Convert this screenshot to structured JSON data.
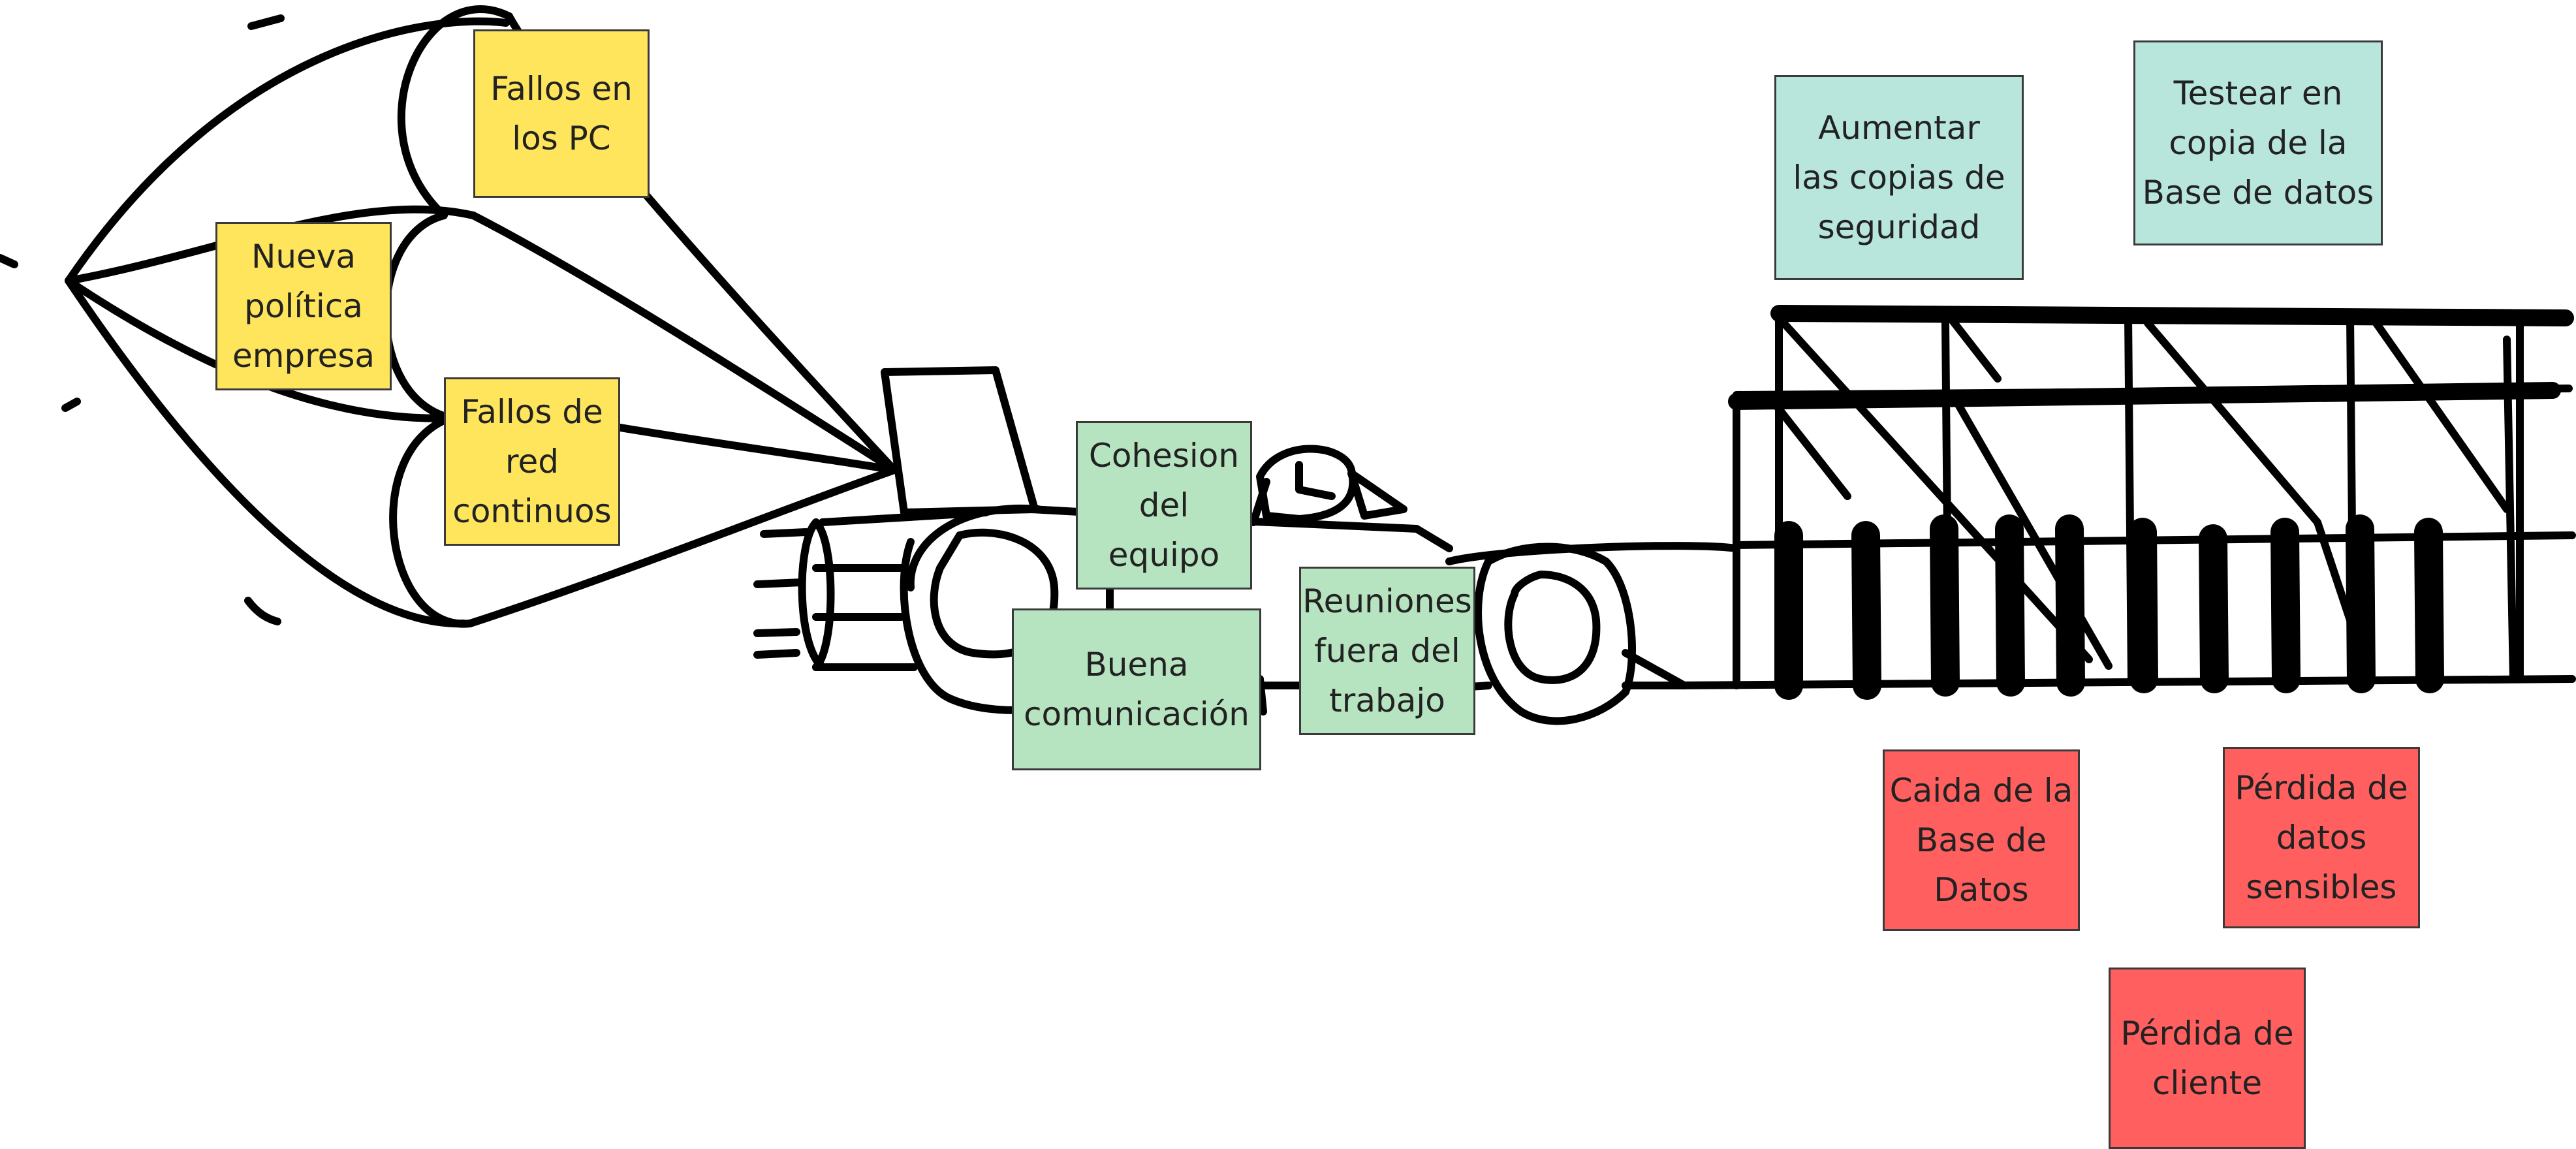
{
  "colors": {
    "ink": "#000000",
    "yellow_note": "#FFE55C",
    "green_note": "#B7E4C0",
    "teal_note": "#B8E6DC",
    "red_note": "#FF5F5F"
  },
  "notes": {
    "fallos_pc": {
      "text": "Fallos en\nlos PC",
      "color": "yellow"
    },
    "nueva_politica": {
      "text": "Nueva\npolítica\nempresa",
      "color": "yellow"
    },
    "fallos_red": {
      "text": "Fallos de\nred\ncontinuos",
      "color": "yellow"
    },
    "cohesion": {
      "text": "Cohesion\ndel\nequipo",
      "color": "green"
    },
    "buena_comunicacion": {
      "text": "Buena\ncomunicación",
      "color": "green"
    },
    "reuniones": {
      "text": "Reuniones\nfuera del\ntrabajo",
      "color": "green"
    },
    "aumentar_copias": {
      "text": "Aumentar\nlas copias de\nseguridad",
      "color": "teal"
    },
    "testear_copia": {
      "text": "Testear en\ncopia de la\nBase de datos",
      "color": "teal"
    },
    "caida_bd": {
      "text": "Caida de la\nBase de\nDatos",
      "color": "red"
    },
    "perdida_datos": {
      "text": "Pérdida de\ndatos\nsensibles",
      "color": "red"
    },
    "perdida_cliente": {
      "text": "Pérdida de\ncliente",
      "color": "red"
    }
  }
}
